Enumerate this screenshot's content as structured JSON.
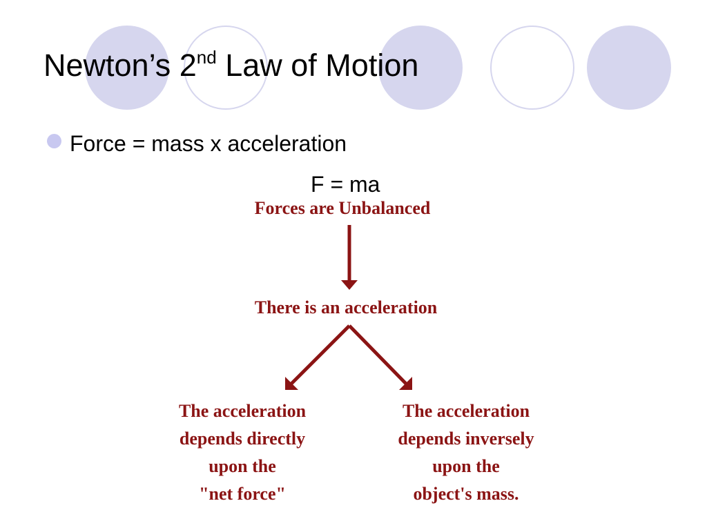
{
  "title": {
    "main": "Newton’s 2",
    "superscript": "nd",
    "rest": " Law of Motion"
  },
  "bullet": {
    "text": "Force = mass x acceleration"
  },
  "formula": "F = ma",
  "diagram": {
    "top_node": "Forces are Unbalanced",
    "middle_node": "There is an acceleration",
    "left_node": [
      "The acceleration",
      "depends directly",
      "upon the",
      "\"net force\""
    ],
    "right_node": [
      "The acceleration",
      "depends inversely",
      "upon the",
      "object's mass."
    ]
  },
  "colors": {
    "accent": "#d6d6ee",
    "bullet": "#c8c8f0",
    "diagram": "#8b1414",
    "text": "#000000"
  }
}
